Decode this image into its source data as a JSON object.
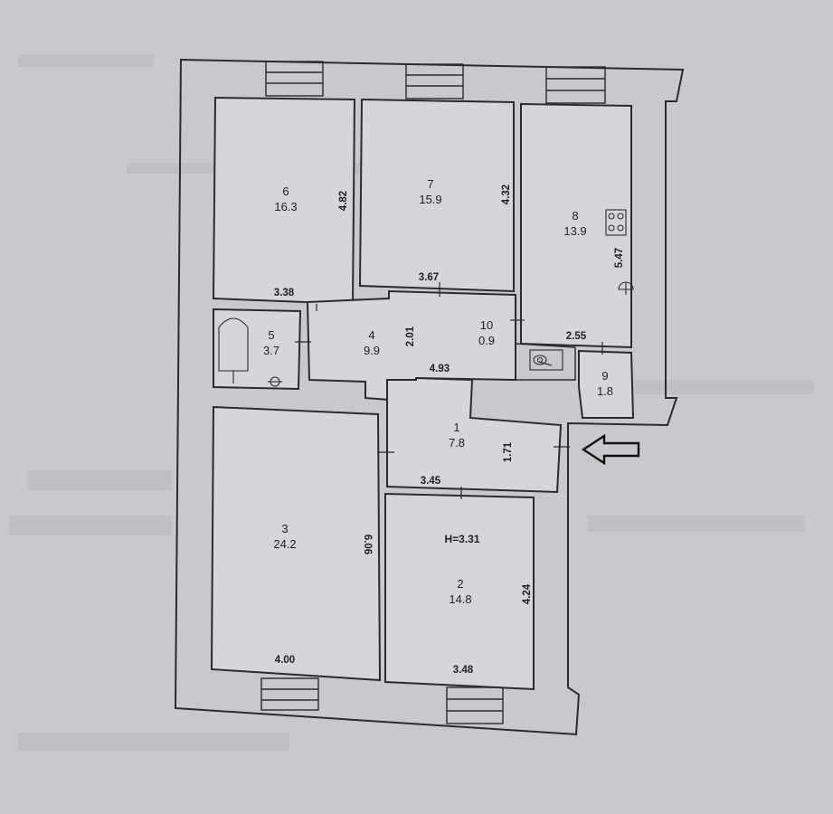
{
  "plan": {
    "ceiling_height": "H=3.31",
    "rooms": [
      {
        "id": "1",
        "number": "1",
        "area": "7.8"
      },
      {
        "id": "2",
        "number": "2",
        "area": "14.8"
      },
      {
        "id": "3",
        "number": "3",
        "area": "24.2"
      },
      {
        "id": "4",
        "number": "4",
        "area": "9.9"
      },
      {
        "id": "5",
        "number": "5",
        "area": "3.7"
      },
      {
        "id": "6",
        "number": "6",
        "area": "16.3"
      },
      {
        "id": "7",
        "number": "7",
        "area": "15.9"
      },
      {
        "id": "8",
        "number": "8",
        "area": "13.9"
      },
      {
        "id": "9",
        "number": "9",
        "area": "1.8"
      },
      {
        "id": "10",
        "number": "10",
        "area": "0.9"
      }
    ],
    "dimensions": {
      "room6_height": "4.82",
      "room6_width": "3.38",
      "room7_height": "4.32",
      "room7_width": "3.67",
      "room8_height": "5.47",
      "room8_width": "2.55",
      "room4_height": "2.01",
      "room4_width": "4.93",
      "room1_height": "1.71",
      "room1_width": "3.45",
      "room3_height": "6.06",
      "room3_width": "4.00",
      "room2_height": "4.24",
      "room2_width": "3.48"
    },
    "entrance_marker": "arrow-left-icon"
  }
}
